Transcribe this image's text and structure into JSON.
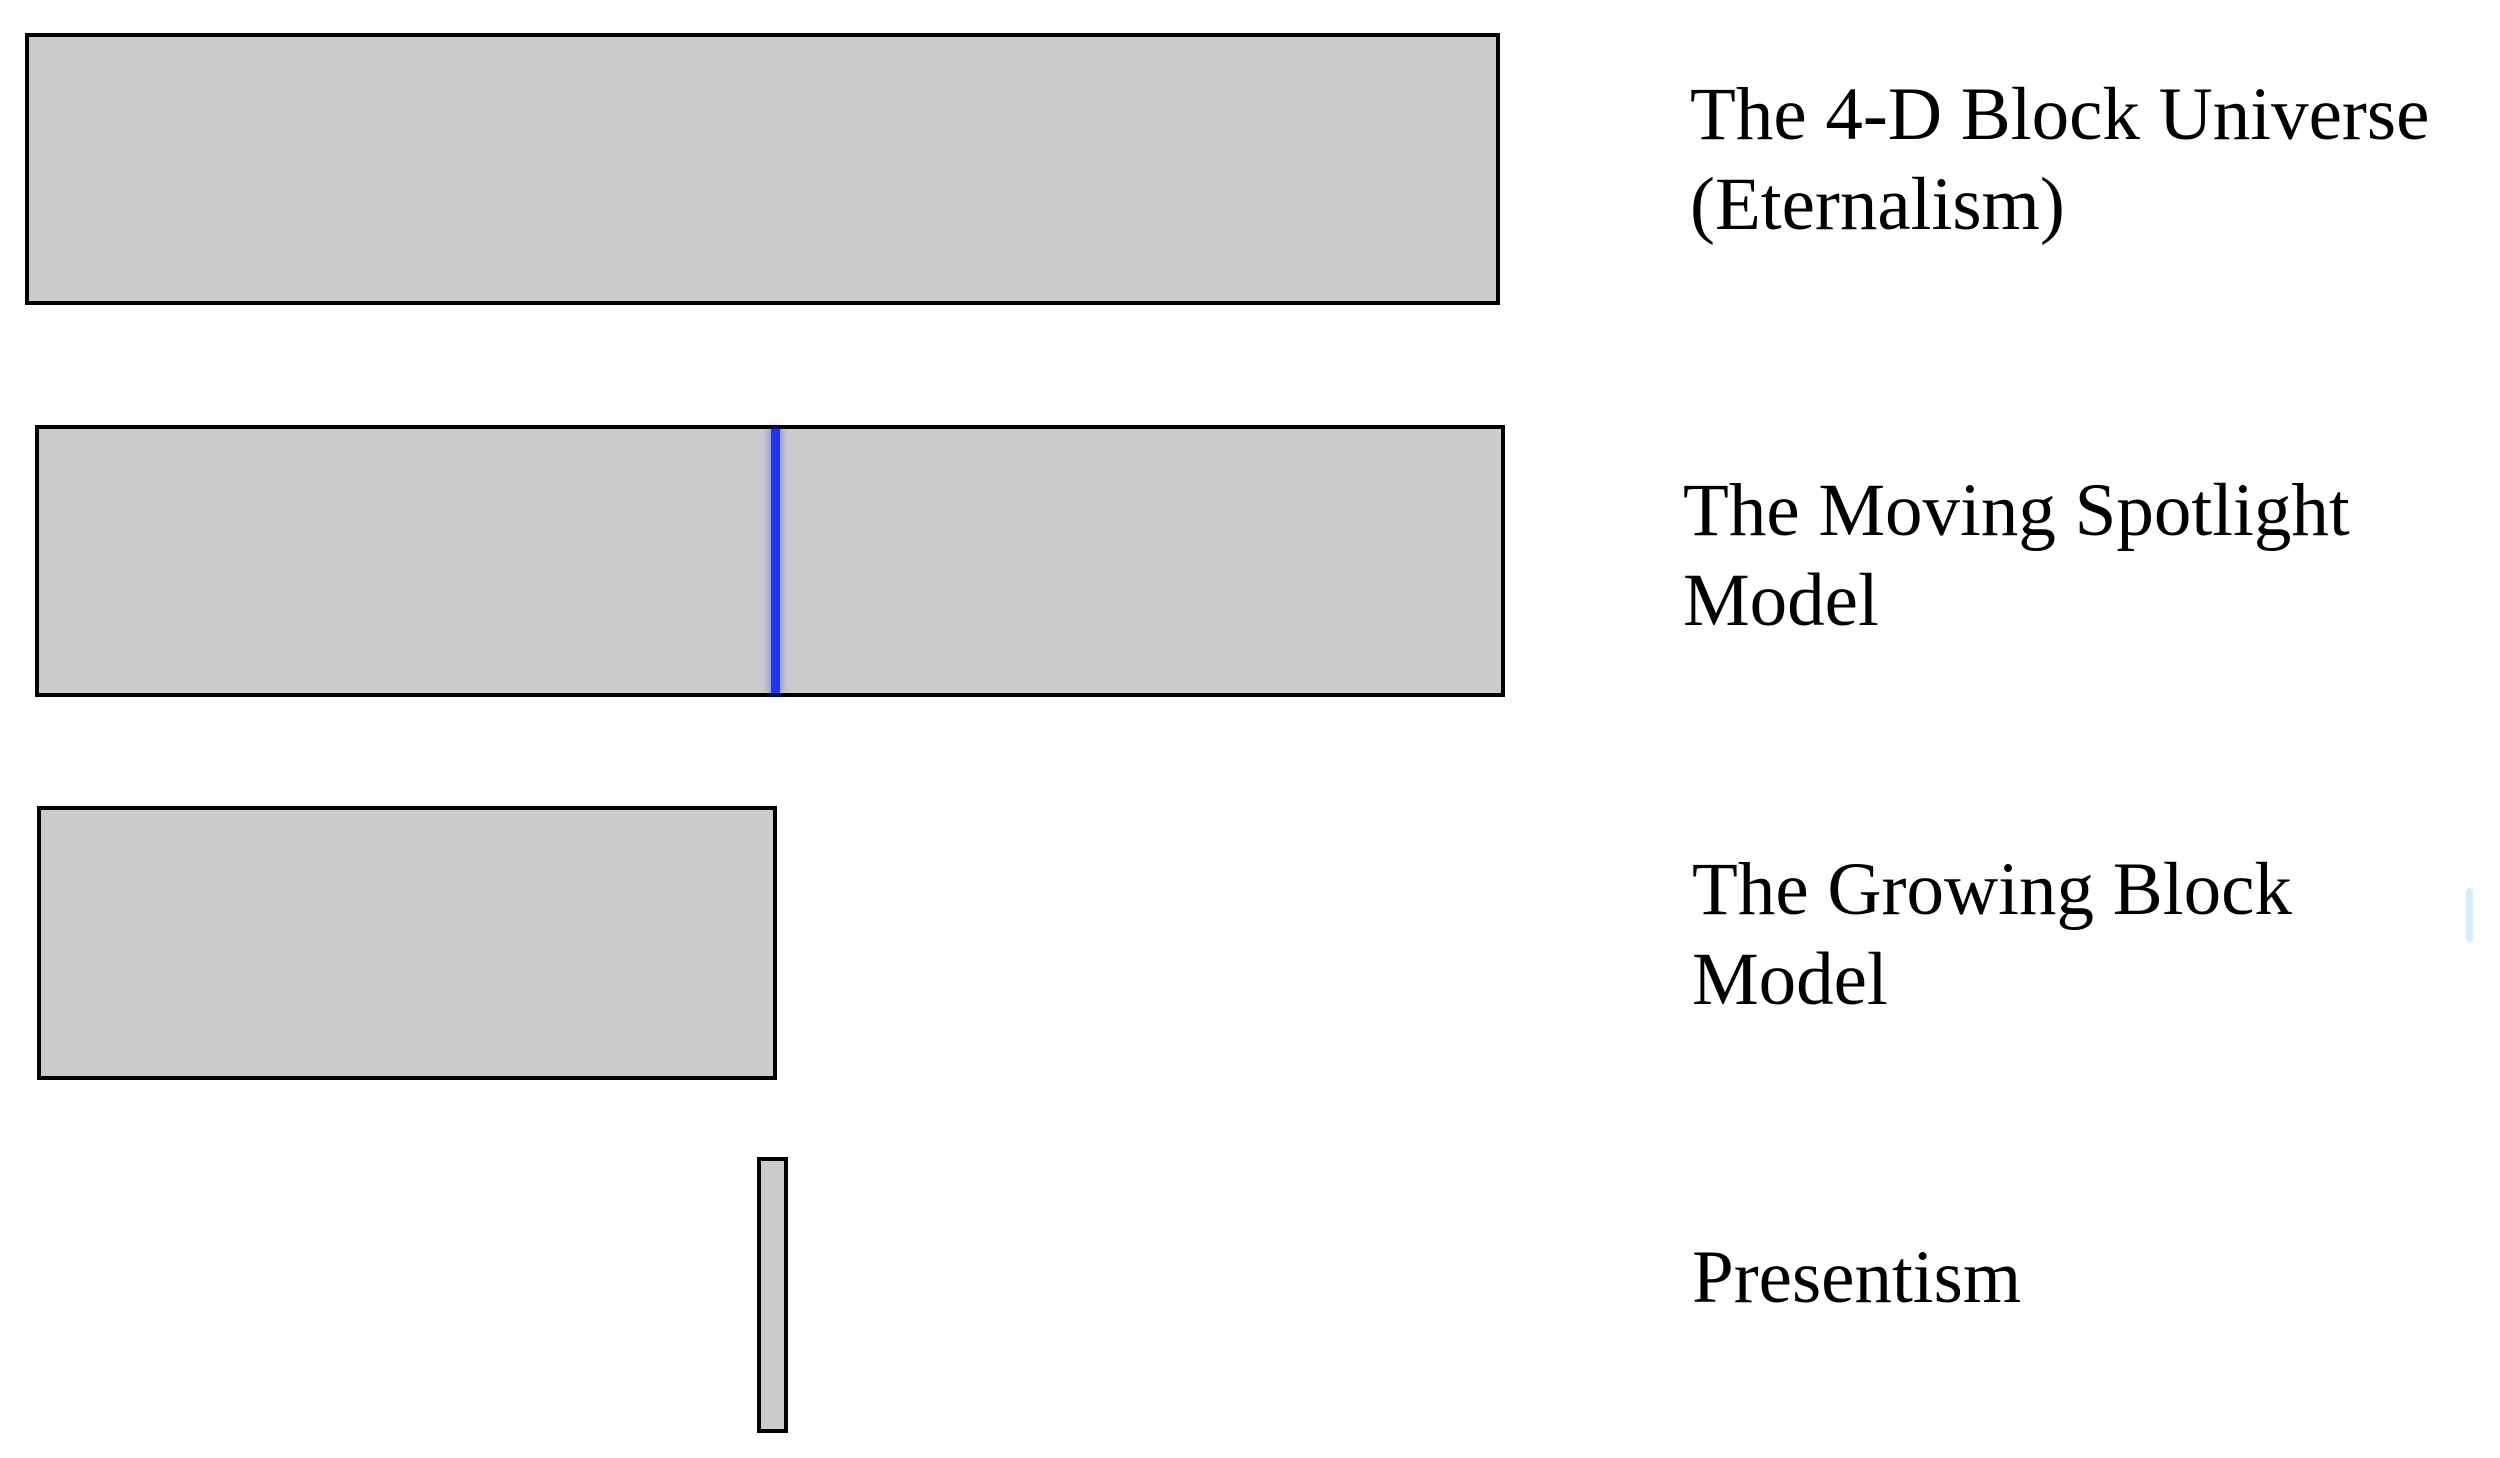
{
  "figure": {
    "colors": {
      "background": "#ffffff",
      "text_color": "#000000",
      "bar_fill": "#cbcbcb",
      "bar_border": "#000000",
      "now_marker": "#2433f0",
      "sliver_color": "#d5eefc"
    },
    "rows": [
      {
        "label": "The 4-D Block Universe\n(Eternalism)",
        "bar": {
          "span_fraction_of_timeline": 1.0,
          "marker": null
        }
      },
      {
        "label": "The Moving Spotlight\nModel",
        "bar": {
          "span_fraction_of_timeline": 1.0,
          "marker": {
            "name": "present-moment-line",
            "position_fraction": 0.51
          }
        }
      },
      {
        "label": "The Growing Block\nModel",
        "bar": {
          "span_fraction_of_timeline": 0.51,
          "marker": null
        }
      },
      {
        "label": "Presentism",
        "bar": {
          "span_fraction_of_timeline": 0.02,
          "marker": null
        }
      }
    ]
  }
}
